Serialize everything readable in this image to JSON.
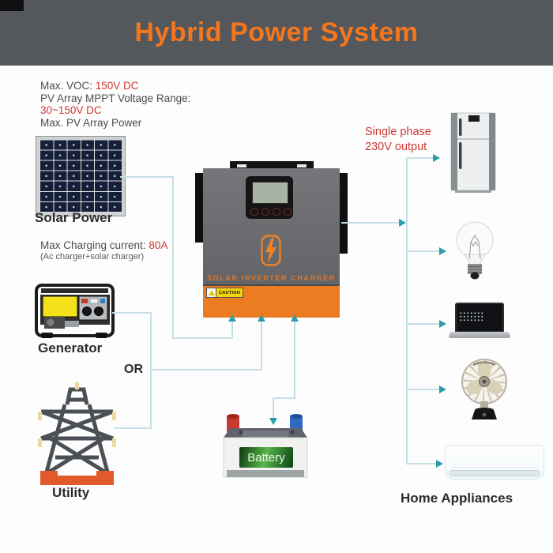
{
  "header": {
    "title": "Hybrid Power System"
  },
  "pv_specs": {
    "voc_label": "Max. VOC: ",
    "voc_value": "150V DC",
    "mppt_label": "PV Array MPPT Voltage Range:",
    "mppt_value": "30~150V DC",
    "power_label": "Max. PV Array Power"
  },
  "charging": {
    "label": "Max Charging current: ",
    "value": "80A",
    "note": "(Ac charger+solar charger)"
  },
  "solar": {
    "label": "Solar Power"
  },
  "generator": {
    "label": "Generator"
  },
  "or_label": "OR",
  "utility": {
    "label": "Utility"
  },
  "inverter": {
    "name_plate": "SOLAR INVERTER CHARGER",
    "caution": "CAUTION"
  },
  "battery": {
    "label": "Battery"
  },
  "output": {
    "line1": "Single phase",
    "line2": "230V output"
  },
  "appliances": {
    "label": "Home Appliances",
    "items": [
      "refrigerator",
      "light-bulb",
      "laptop",
      "table-fan",
      "air-conditioner"
    ]
  },
  "colors": {
    "header_bg": "#54585c",
    "title_orange": "#f4761d",
    "value_red": "#cf3830",
    "line": "#c6dfe5",
    "arrow": "#2b9dac",
    "inverter_orange": "#ec7b22"
  }
}
